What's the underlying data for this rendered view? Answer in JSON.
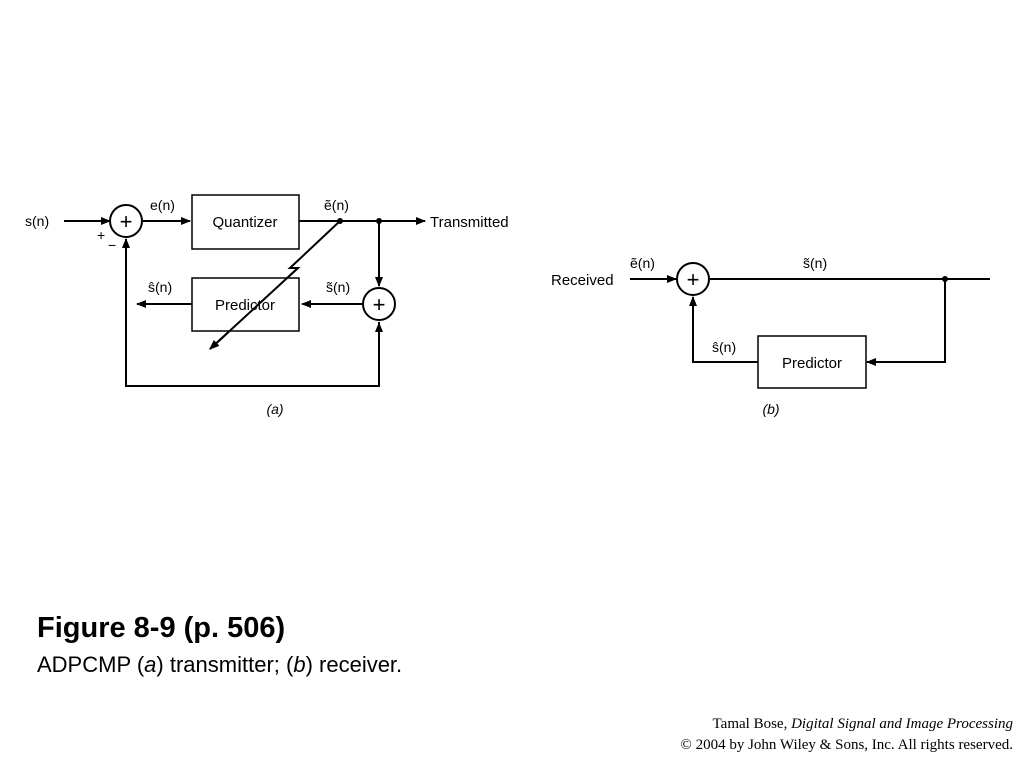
{
  "diagram_a": {
    "input_label": "s(n)",
    "error_label": "e(n)",
    "quantized_label": "ẽ(n)",
    "output_label": "Transmitted",
    "quantizer_label": "Quantizer",
    "predictor_label": "Predictor",
    "predicted_label": "ŝ(n)",
    "reconstructed_label": "s̃(n)",
    "plus_sign": "+",
    "minus_sign": "−",
    "sum_symbol": "+",
    "caption": "(a)"
  },
  "diagram_b": {
    "input_label": "Received",
    "error_label": "ẽ(n)",
    "output_label": "s̃(n)",
    "predictor_label": "Predictor",
    "predicted_label": "ŝ(n)",
    "sum_symbol": "+",
    "caption": "(b)"
  },
  "figure": {
    "title": "Figure 8-9  (p. 506)",
    "desc_prefix": "ADPCMP (",
    "desc_a": "a",
    "desc_mid": ") transmitter; (",
    "desc_b": "b",
    "desc_suffix": ") receiver."
  },
  "credit": {
    "author": "Tamal Bose, ",
    "book": "Digital Signal and Image Processing",
    "copyright": "© 2004 by John Wiley & Sons, Inc.  All rights reserved."
  }
}
